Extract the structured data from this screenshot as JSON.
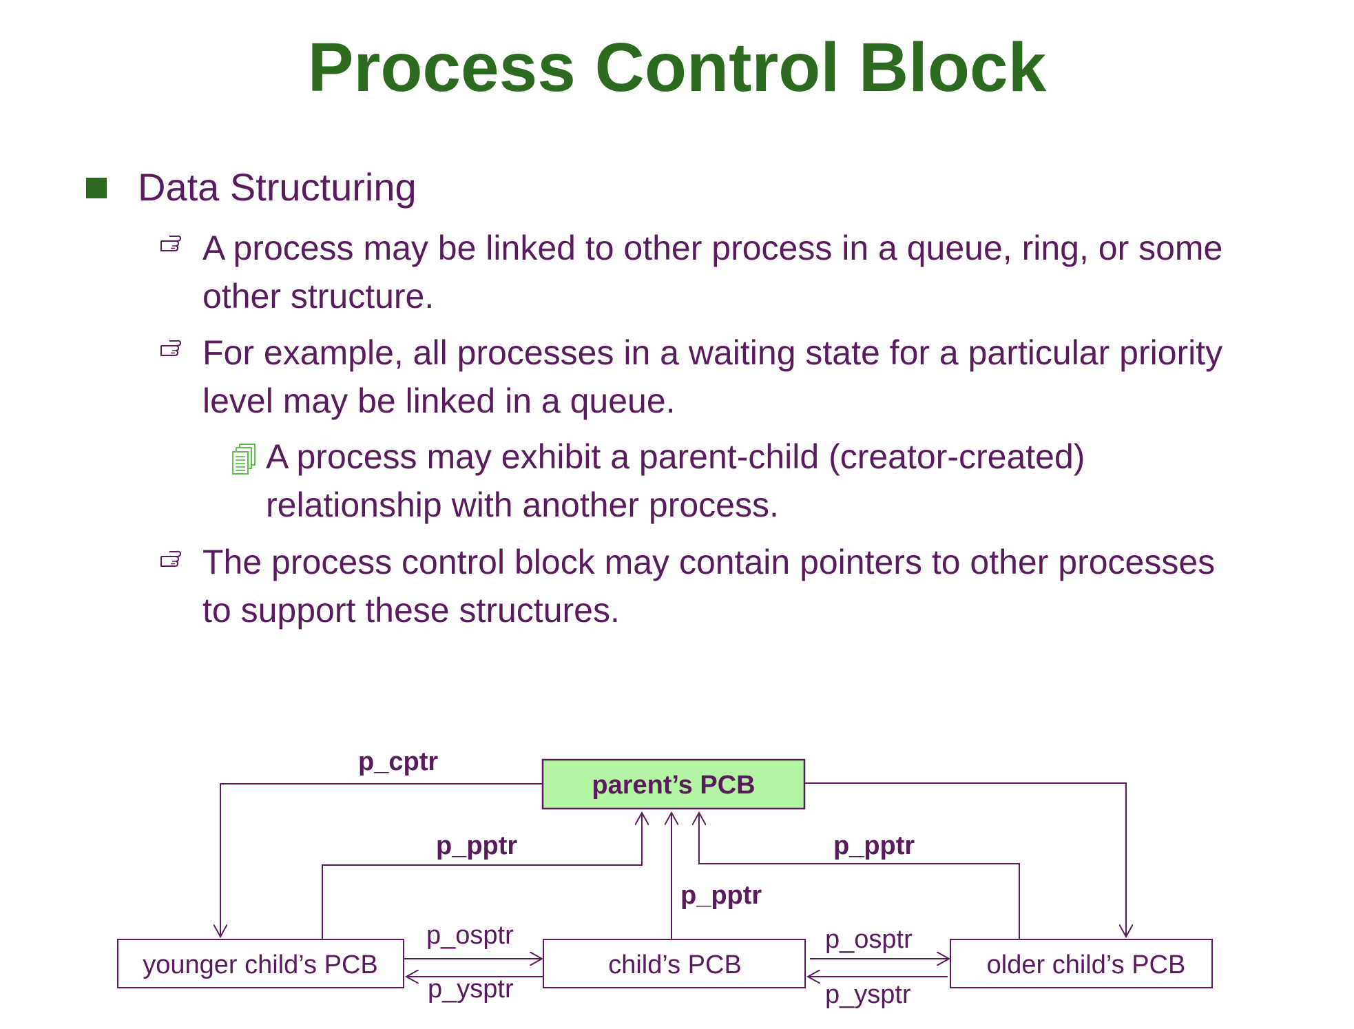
{
  "title": "Process Control Block",
  "heading": "Data Structuring",
  "bullets": {
    "b1_line1": "A process may be linked to other process in a queue, ring, or some",
    "b1_line2": "other structure.",
    "b2_line1": "For example, all processes in a waiting state for a particular priority",
    "b2_line2": "level may be linked in a queue.",
    "sub_line1": "A process may exhibit a parent-child (creator-created)",
    "sub_line2": "relationship with another process.",
    "b3_line1": "The process control block may contain pointers to other processes",
    "b3_line2": "to support these structures."
  },
  "icons": {
    "bullet": "square-bullet-icon",
    "point": "pointing-hand-icon",
    "sub": "document-stack-icon"
  },
  "colors": {
    "title": "#2c6b1f",
    "text": "#5a1a5e",
    "parent_fill": "#b3f5a3",
    "doc_icon": "#5fbf4a"
  },
  "diagram": {
    "parent_box": "parent’s PCB",
    "younger_box": "younger child’s PCB",
    "child_box": "child’s PCB",
    "older_box": "older child’s PCB",
    "p_cptr": "p_cptr",
    "p_pptr_left": "p_pptr",
    "p_pptr_center": "p_pptr",
    "p_pptr_right": "p_pptr",
    "p_osptr_left": "p_osptr",
    "p_ysptr_left": "p_ysptr",
    "p_osptr_right": "p_osptr",
    "p_ysptr_right": "p_ysptr"
  }
}
